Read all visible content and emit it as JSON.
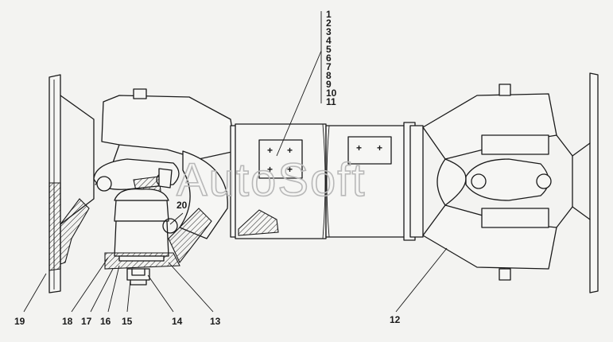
{
  "watermark": "AutoSoft",
  "callouts": {
    "stack": [
      "1",
      "2",
      "3",
      "4",
      "5",
      "6",
      "7",
      "8",
      "9",
      "10",
      "11"
    ],
    "c12": "12",
    "c13": "13",
    "c14": "14",
    "c15": "15",
    "c16": "16",
    "c17": "17",
    "c18": "18",
    "c19": "19",
    "c20": "20"
  }
}
